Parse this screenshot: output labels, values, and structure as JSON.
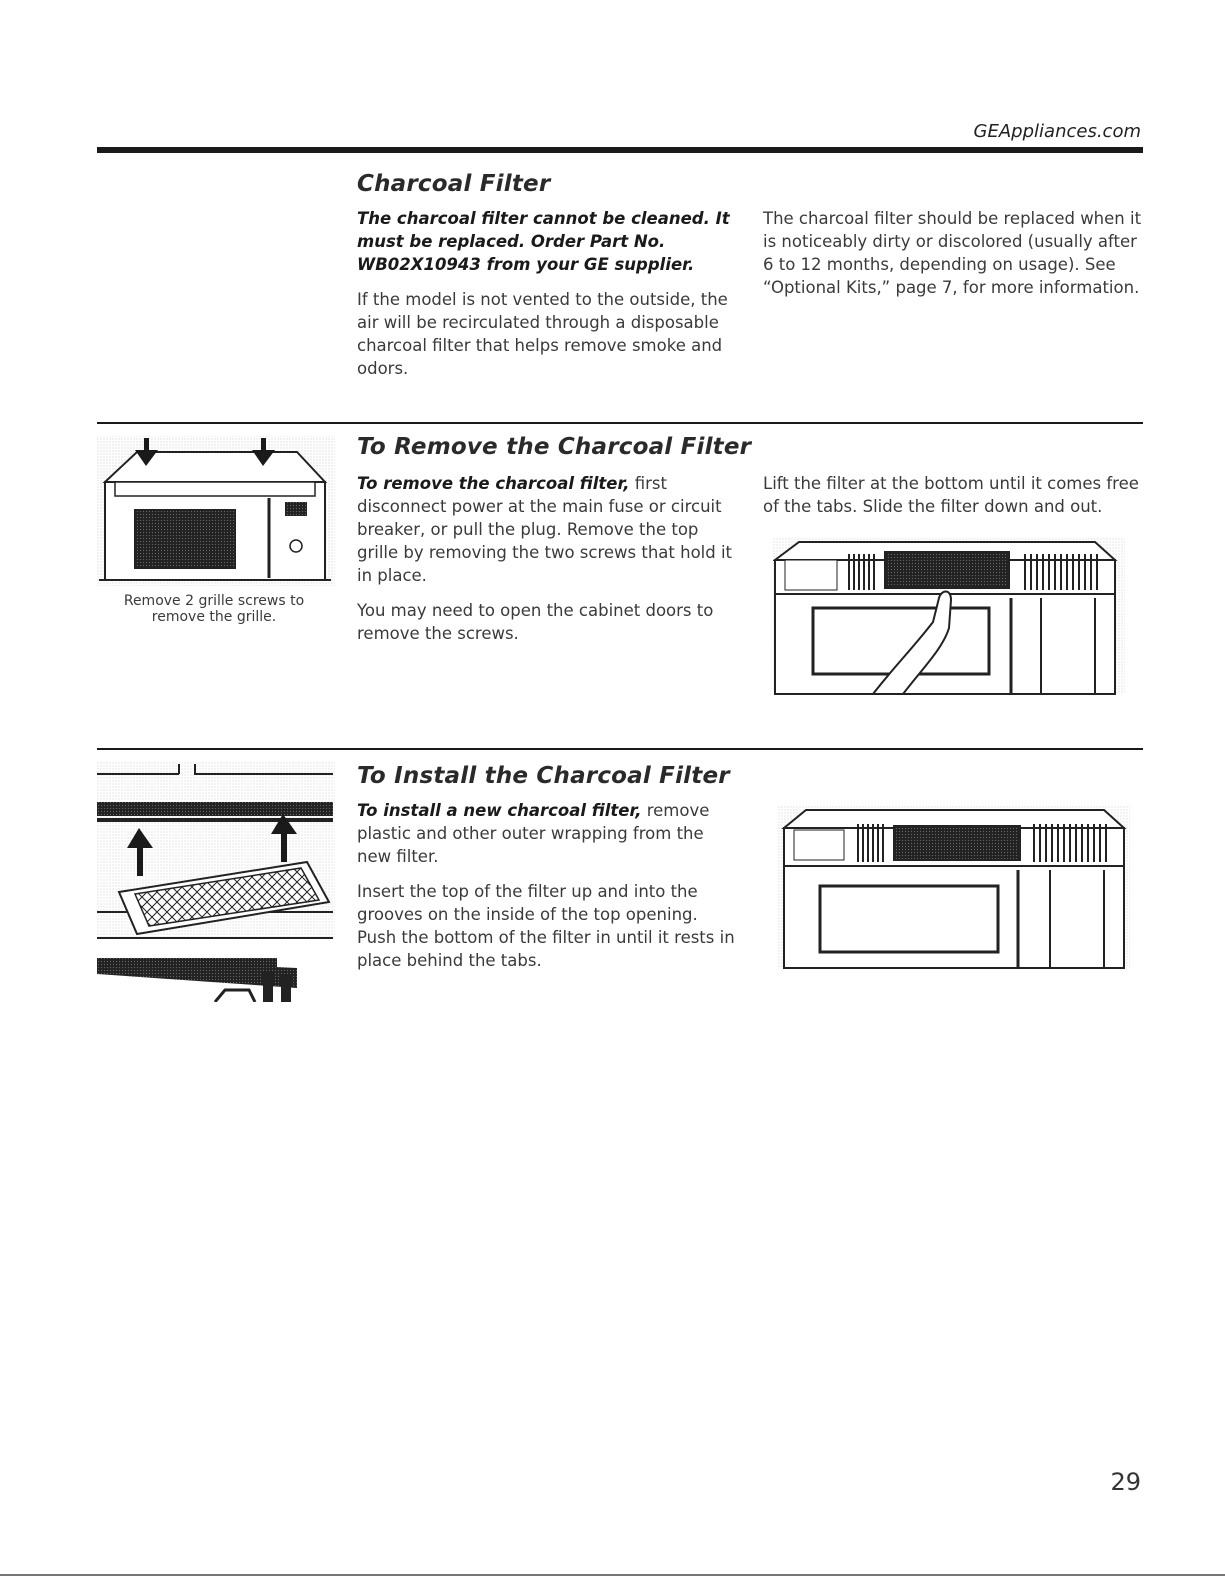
{
  "header": {
    "site": "GEAppliances.com"
  },
  "section1": {
    "title": "Charcoal Filter",
    "left_bold": "The charcoal filter cannot be cleaned. It must be replaced. Order Part No. WB02X10943 from your GE supplier.",
    "left_body": "If the model is not vented to the outside, the air will be recirculated through a disposable charcoal filter that helps remove smoke and odors.",
    "right_body": "The charcoal filter should be replaced when it is noticeably dirty or discolored (usually after 6 to 12 months, depending on usage). See “Optional Kits,” page 7, for more information."
  },
  "section2": {
    "title": "To Remove the Charcoal Filter",
    "lead": "To remove the charcoal filter,",
    "p1": " first disconnect power at the main fuse or circuit breaker, or pull the plug. Remove the top grille by removing the two screws that hold it in place.",
    "p2": "You may need to open the cabinet doors to remove the screws.",
    "right_body": "Lift the filter at the bottom until it comes free of the tabs. Slide the filter down and out.",
    "caption": "Remove 2 grille screws to remove the grille."
  },
  "section3": {
    "title": "To Install the Charcoal Filter",
    "lead": "To install a new charcoal filter,",
    "p1": " remove plastic and other outer wrapping from the new filter.",
    "p2": "Insert the top of the filter up and into the grooves on the inside of the top opening. Push the bottom of the filter in until it rests in place behind the tabs."
  },
  "footer": {
    "page_number": "29"
  }
}
